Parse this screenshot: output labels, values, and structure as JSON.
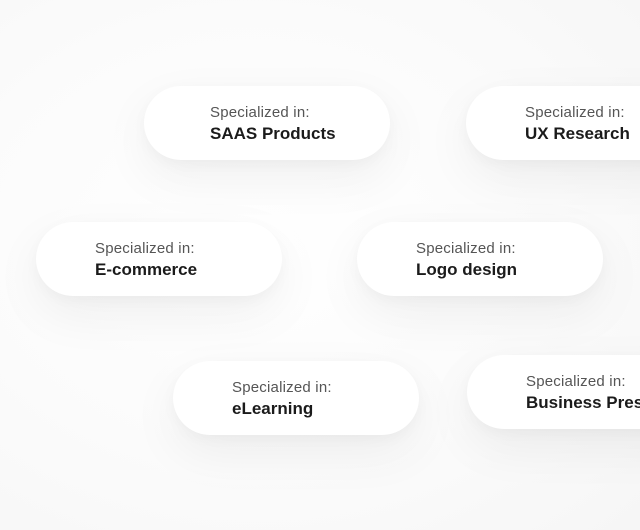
{
  "cards": [
    {
      "label": "Specialized in:",
      "value": "SAAS Products"
    },
    {
      "label": "Specialized in:",
      "value": "UX Research"
    },
    {
      "label": "Specialized in:",
      "value": "E-commerce"
    },
    {
      "label": "Specialized in:",
      "value": "Logo design"
    },
    {
      "label": "Specialized in:",
      "value": "eLearning"
    },
    {
      "label": "Specialized in:",
      "value": "Business Pres"
    }
  ]
}
